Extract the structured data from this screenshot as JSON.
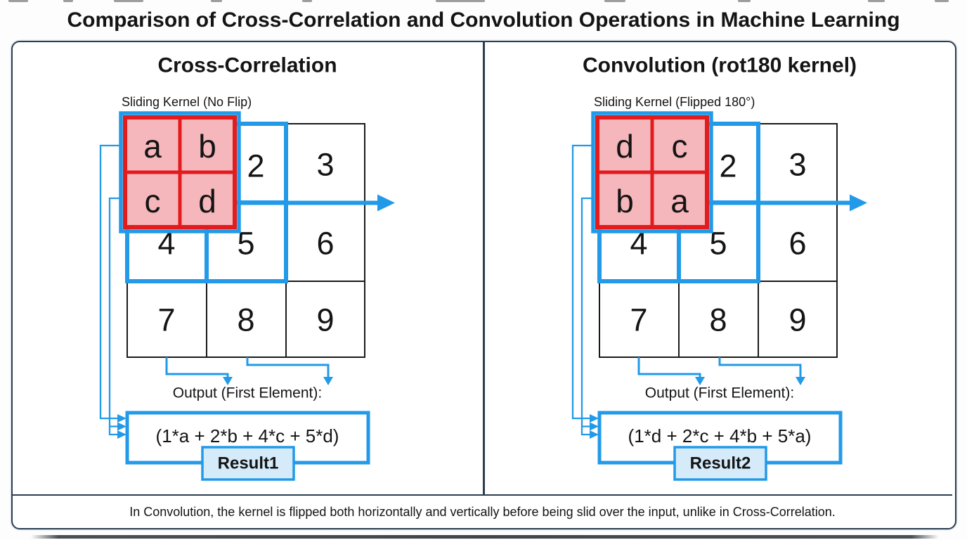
{
  "title": "Comparison of Cross-Correlation and Convolution Operations in Machine Learning",
  "caption": "In Convolution, the kernel is flipped both horizontally and vertically before being slid over the input, unlike in Cross-Correlation.",
  "colors": {
    "blue": "#229AE8",
    "red": "#E31B1D",
    "pink": "#F5B7BB",
    "badge_fill": "#D5EBFA",
    "border": "#2C3E50"
  },
  "left_panel": {
    "heading": "Cross-Correlation",
    "kernel_label": "Sliding Kernel (No Flip)",
    "kernel_cells": [
      "a",
      "b",
      "c",
      "d"
    ],
    "grid_cells": [
      "2",
      "3",
      "4",
      "5",
      "6",
      "7",
      "8",
      "9"
    ],
    "output_label": "Output (First Element):",
    "formula": "(1*a + 2*b + 4*c + 5*d)",
    "result_label": "Result1"
  },
  "right_panel": {
    "heading": "Convolution (rot180 kernel)",
    "kernel_label": "Sliding Kernel (Flipped 180°)",
    "kernel_cells": [
      "d",
      "c",
      "b",
      "a"
    ],
    "grid_cells": [
      "2",
      "3",
      "4",
      "5",
      "6",
      "7",
      "8",
      "9"
    ],
    "output_label": "Output (First Element):",
    "formula": "(1*d + 2*c + 4*b + 5*a)",
    "result_label": "Result2"
  }
}
